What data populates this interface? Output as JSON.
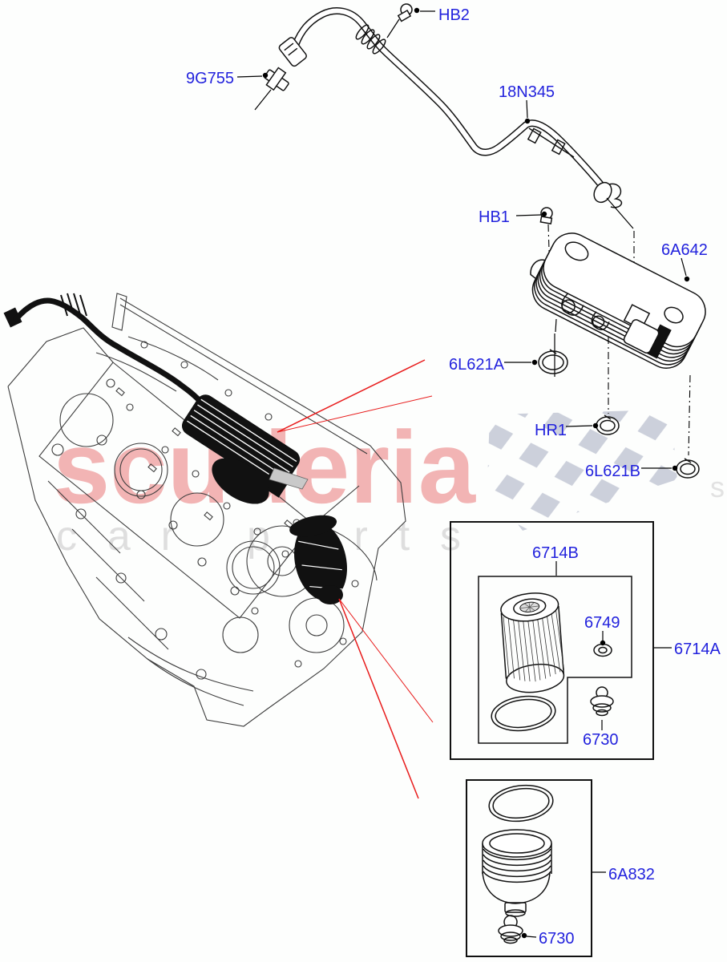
{
  "watermark": {
    "brand": "scuderia",
    "subtitle": "car parts",
    "extra": "s"
  },
  "colors": {
    "label_blue": "#2222dd",
    "leader_red": "#e81c1c",
    "watermark_pink": "#f2b4b4",
    "watermark_gray": "#dedede",
    "checker_gray": "#ccd0db",
    "line_art": "#3c3c3c",
    "highlight_black": "#111111",
    "background": "#fdfefd"
  },
  "labels": [
    {
      "text": "HB2"
    },
    {
      "text": "9G755"
    },
    {
      "text": "18N345"
    },
    {
      "text": "HB1"
    },
    {
      "text": "6A642"
    },
    {
      "text": "6L621A"
    },
    {
      "text": "HR1"
    },
    {
      "text": "6L621B"
    },
    {
      "text": "6714B"
    },
    {
      "text": "6749"
    },
    {
      "text": "6714A"
    },
    {
      "text": "6730"
    },
    {
      "text": "6A832"
    },
    {
      "text": "6730"
    }
  ]
}
